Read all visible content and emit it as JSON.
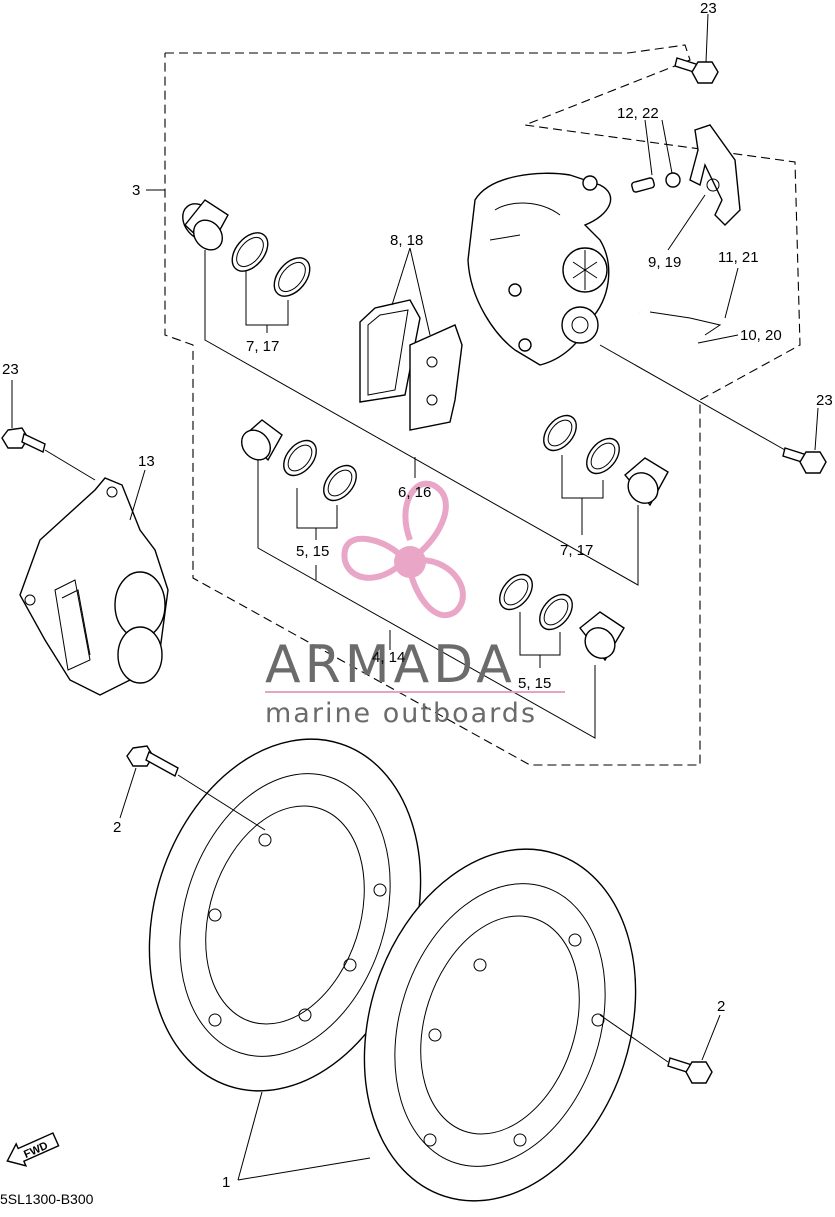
{
  "diagram": {
    "code": "5SL1300-B300",
    "fwd_label": "FWD",
    "callouts": {
      "c1": "1",
      "c2a": "2",
      "c2b": "2",
      "c3": "3",
      "c4_14": "4, 14",
      "c5_15a": "5, 15",
      "c5_15b": "5, 15",
      "c6_16": "6, 16",
      "c7_17a": "7, 17",
      "c7_17b": "7, 17",
      "c8_18": "8, 18",
      "c9_19": "9, 19",
      "c10_20": "10, 20",
      "c11_21": "11, 21",
      "c12_22": "12, 22",
      "c13": "13",
      "c23a": "23",
      "c23b": "23",
      "c23c": "23"
    }
  },
  "watermark": {
    "brand": "ARMADA",
    "tagline": "marine outboards",
    "colors": {
      "logo": "#e8a2c4",
      "text": "#6b6b6b"
    }
  }
}
